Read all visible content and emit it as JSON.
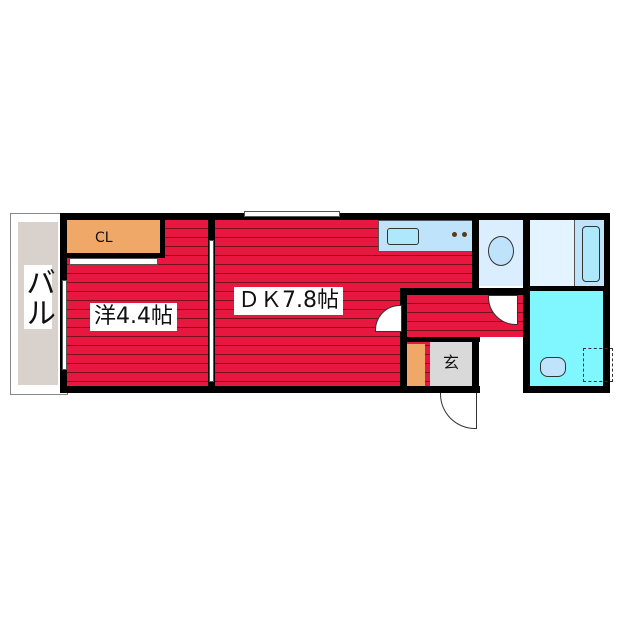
{
  "floorplan": {
    "rooms": {
      "balcony": {
        "label": "バル",
        "color": "#d9d2cc"
      },
      "western_room": {
        "label": "洋4.4帖",
        "color": "#e8173f"
      },
      "closet": {
        "label": "CL",
        "color": "#f0a868"
      },
      "dining_kitchen": {
        "label": "ＤＫ7.8帖",
        "color": "#e8173f"
      },
      "entrance": {
        "label": "玄",
        "color": "#d9d9d9"
      },
      "toilet": {
        "color": "#dbeeff"
      },
      "washroom": {
        "color": "#dbeeff"
      },
      "bathroom": {
        "color": "#80f6ff"
      }
    },
    "colors": {
      "wall": "#000000",
      "floor": "#e8173f",
      "kitchen": "#bfe3fb",
      "bath": "#80f6ff",
      "shoe_box": "#f0a868"
    }
  }
}
